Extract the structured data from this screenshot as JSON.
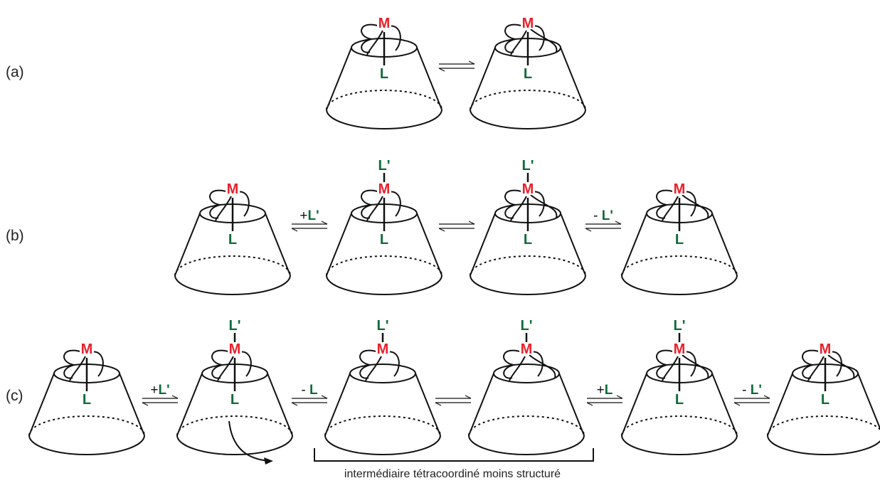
{
  "row_labels": [
    "(a)",
    "(b)",
    "(c)"
  ],
  "symbols": {
    "metal": "M",
    "ligand": "L",
    "incoming_ligand": "L'"
  },
  "steps": {
    "add_ligand_prime": "+L'",
    "remove_ligand_prime": "- L'",
    "remove_ligand": "- L",
    "add_ligand": "+L"
  },
  "caption": "intermédiaire tétracoordiné moins structuré",
  "colors": {
    "metal": "#e8202a",
    "ligand": "#0f6b3a",
    "line": "#111111"
  }
}
